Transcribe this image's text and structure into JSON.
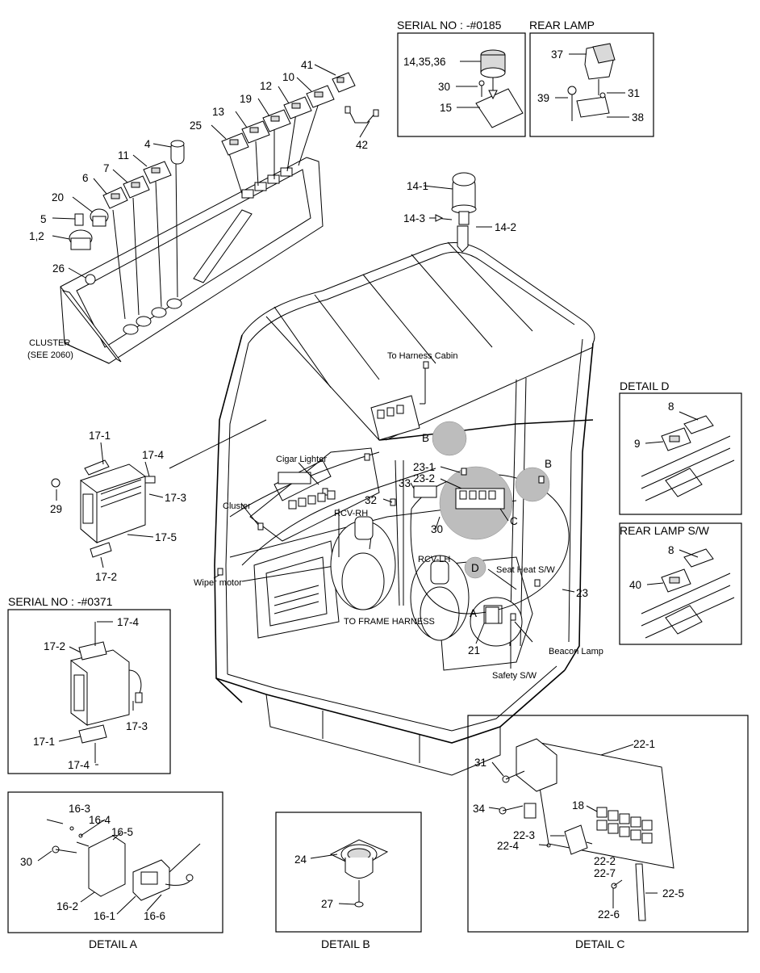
{
  "panels": {
    "serial_0185": "SERIAL NO : -#0185",
    "rear_lamp": "REAR LAMP",
    "detail_d": "DETAIL D",
    "rear_lamp_sw": "REAR LAMP S/W",
    "serial_0371": "SERIAL NO : -#0371",
    "detail_a": "DETAIL A",
    "detail_b": "DETAIL B",
    "detail_c": "DETAIL C"
  },
  "notes": {
    "cluster": "CLUSTER",
    "see_2060": "(SEE 2060)",
    "to_harness_cabin": "To Harness Cabin",
    "cigar_lighter": "Cigar Lighter",
    "cluster_small": "Cluster",
    "rcv_rh": "RCV-RH",
    "rcv_lh": "RCV-LH",
    "wiper_motor": "Wiper motor",
    "to_frame_harness": "TO FRAME HARNESS",
    "seat_heat_sw": "Seat Heat S/W",
    "beacon_lamp": "Beacon Lamp",
    "safety_sw": "Safety S/W"
  },
  "callouts": {
    "c_14_35_36": "14,35,36",
    "c_30a": "30",
    "c_15": "15",
    "c_37": "37",
    "c_39": "39",
    "c_31a": "31",
    "c_38": "38",
    "c_41": "41",
    "c_10": "10",
    "c_12": "12",
    "c_19": "19",
    "c_13": "13",
    "c_25": "25",
    "c_42": "42",
    "c_4": "4",
    "c_11": "11",
    "c_7": "7",
    "c_6": "6",
    "c_20": "20",
    "c_5": "5",
    "c_1_2": "1,2",
    "c_26": "26",
    "c_14_1": "14-1",
    "c_14_3": "14-3",
    "c_14_2": "14-2",
    "c_17_1a": "17-1",
    "c_17_4a": "17-4",
    "c_29": "29",
    "c_17_3a": "17-3",
    "c_17_5": "17-5",
    "c_17_2a": "17-2",
    "c_17_4b": "17-4",
    "c_17_2b": "17-2",
    "c_17_3b": "17-3",
    "c_17_1b": "17-1",
    "c_17_4c": "17-4",
    "c_b1": "B",
    "c_b2": "B",
    "c_23_1": "23-1",
    "c_23_2": "23-2",
    "c_33": "33",
    "c_32": "32",
    "c_c": "C",
    "c_30b": "30",
    "c_d": "D",
    "c_a": "A",
    "c_23": "23",
    "c_21": "21",
    "c_8a": "8",
    "c_9": "9",
    "c_8b": "8",
    "c_40": "40",
    "c_16_3": "16-3",
    "c_16_4": "16-4",
    "c_16_5": "16-5",
    "c_30c": "30",
    "c_16_2": "16-2",
    "c_16_1": "16-1",
    "c_16_6": "16-6",
    "c_24": "24",
    "c_27": "27",
    "c_22_1": "22-1",
    "c_31b": "31",
    "c_34": "34",
    "c_18": "18",
    "c_22_3": "22-3",
    "c_22_4": "22-4",
    "c_22_2": "22-2",
    "c_22_7": "22-7",
    "c_22_5": "22-5",
    "c_22_6": "22-6"
  }
}
